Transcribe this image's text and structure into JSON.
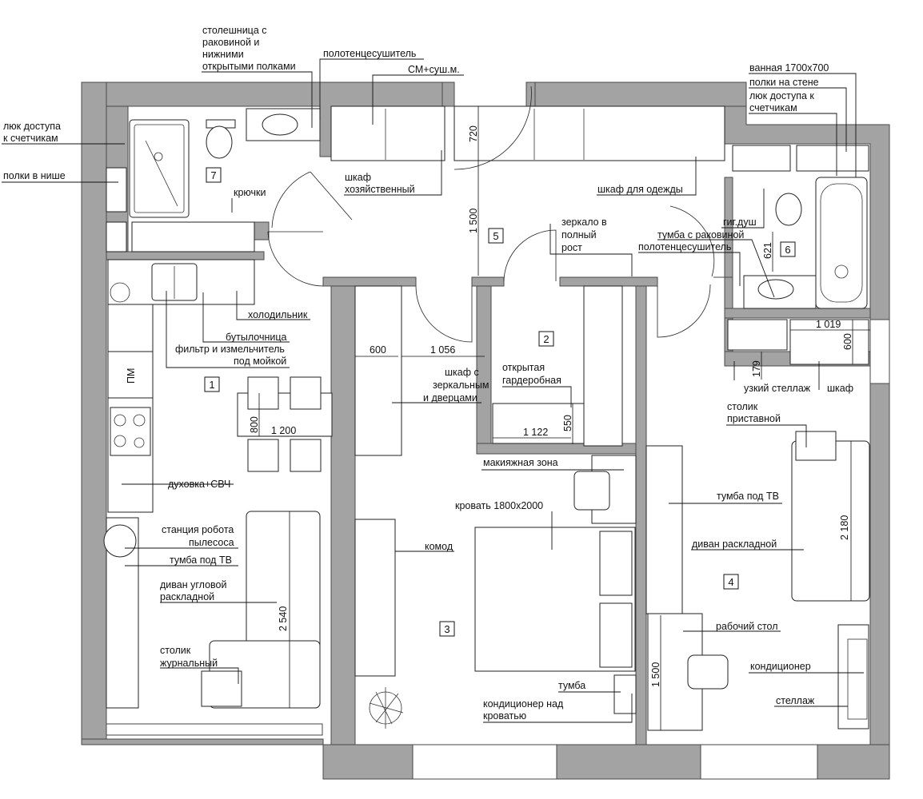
{
  "rooms": [
    "1",
    "2",
    "3",
    "4",
    "5",
    "6",
    "7"
  ],
  "labels": {
    "countertop": [
      "столешница с",
      "раковиной и",
      "нижними",
      "открытыми полками"
    ],
    "towel_dryer_top": "полотенцесушитель",
    "washer_dryer": "СМ+суш.м.",
    "bath": "ванная 1700х700",
    "wall_shelves": "полки на стене",
    "meter_hatch_right": [
      "люк доступа к",
      "счетчикам"
    ],
    "meter_hatch_left": [
      "люк доступа",
      "к счетчикам"
    ],
    "niche_shelves": "полки в нише",
    "hooks": "крючки",
    "utility_wardrobe": [
      "шкаф",
      "хозяйственный"
    ],
    "clothes_wardrobe": "шкаф для одежды",
    "mirror": [
      "зеркало в",
      "полный",
      "рост"
    ],
    "hygienic_shower": "гиг.душ",
    "vanity": "тумба с раковиной",
    "towel_dryer_bath": "полотенцесушитель",
    "fridge": "холодильник",
    "bottle_cabinet": "бутылочница",
    "filter": [
      "фильтр и измельчитель",
      "под мойкой"
    ],
    "mirror_wardrobe": [
      "шкаф с",
      "зеркальным",
      "и дверцами"
    ],
    "walkin": [
      "открытая",
      "гардеробная"
    ],
    "narrow_shelf": "узкий стеллаж",
    "cabinet": "шкаф",
    "side_table": [
      "столик",
      "приставной"
    ],
    "dishwasher": "ПМ",
    "makeup": "макияжная зона",
    "oven": "духовка+СВЧ",
    "bed": "кровать 1800х2000",
    "tv_stand_right": "тумба под ТВ",
    "robot_station": [
      "станция робота",
      "пылесоса"
    ],
    "tv_stand_left": "тумба под ТВ",
    "dresser": "комод",
    "sofa_right": "диван раскладной",
    "sofa_left": [
      "диван угловой",
      "раскладной"
    ],
    "desk": "рабочий стол",
    "coffee_table": [
      "столик",
      "журнальный"
    ],
    "ac": "кондиционер",
    "nightstand": "тумба",
    "ac_bed": [
      "кондиционер над",
      "кроватью"
    ],
    "rack": "стеллаж"
  },
  "dimensions": {
    "d720": "720",
    "d1500a": "1 500",
    "d621": "621",
    "d1019": "1 019",
    "d600a": "600",
    "d1056": "1 056",
    "d600b": "600",
    "d179": "179",
    "d800": "800",
    "d1200": "1 200",
    "d1122": "1 122",
    "d550": "550",
    "d2540": "2 540",
    "d2180": "2 180",
    "d1500b": "1 500"
  }
}
